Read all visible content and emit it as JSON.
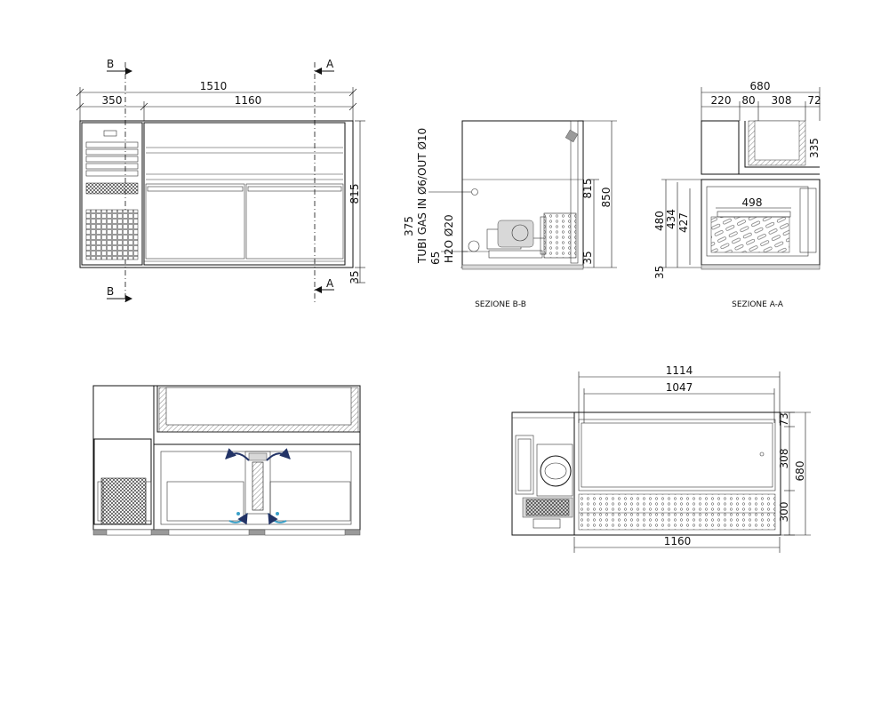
{
  "front": {
    "total_width": "1510",
    "left_width": "350",
    "right_width": "1160",
    "height": "815",
    "foot": "35",
    "marker_b": "B",
    "marker_a": "A"
  },
  "section_bb": {
    "pipe_label": "TUBI GAS IN Ø6/OUT Ø10",
    "h2o_label": "H2O Ø20",
    "dim_375": "375",
    "dim_65": "65",
    "dim_815": "815",
    "dim_850": "850",
    "dim_35": "35",
    "caption": "SEZIONE B-B"
  },
  "section_aa": {
    "total": "680",
    "d220": "220",
    "d80": "80",
    "d308": "308",
    "d72": "72",
    "d335": "335",
    "d498": "498",
    "d480": "480",
    "d434": "434",
    "d427": "427",
    "d35": "35",
    "caption": "SEZIONE A-A"
  },
  "plan": {
    "d1114": "1114",
    "d1047": "1047",
    "d73": "73",
    "d308": "308",
    "d680": "680",
    "d300": "300",
    "d1160": "1160"
  }
}
